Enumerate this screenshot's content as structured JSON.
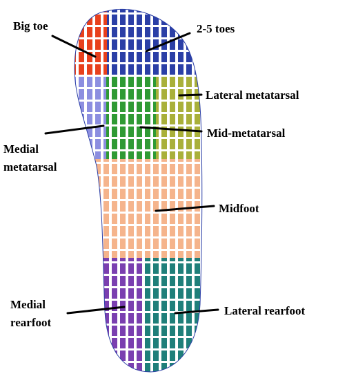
{
  "labels": {
    "big_toe": "Big toe",
    "toes_2_5": "2-5 toes",
    "lateral_metatarsal": "Lateral metatarsal",
    "mid_metatarsal": "Mid-metatarsal",
    "medial_metatarsal_line1": "Medial",
    "medial_metatarsal_line2": "metatarsal",
    "midfoot": "Midfoot",
    "medial_rearfoot_line1": "Medial",
    "medial_rearfoot_line2": "rearfoot",
    "lateral_rearfoot": "Lateral rearfoot"
  },
  "region_colors": {
    "big_toe": "#e8401c",
    "toes_2_5": "#2b3fa6",
    "medial_metatarsal": "#8c8ee0",
    "mid_metatarsal": "#2f9a34",
    "lateral_metatarsal": "#a9b03a",
    "midfoot": "#f5b48c",
    "medial_rearfoot": "#7a3fb0",
    "lateral_rearfoot": "#1f7f7a",
    "grid_lines": "#ffffff",
    "leader_lines": "#000000"
  }
}
